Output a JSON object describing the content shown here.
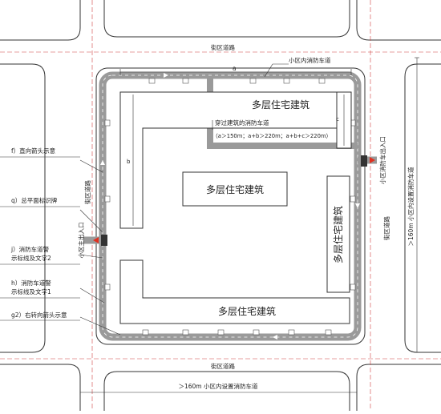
{
  "diagram": {
    "street_top": "街区道路",
    "street_bottom": "街区道路",
    "street_left": "街区道路",
    "street_right": "街区道路",
    "fire_lane_label": "小区内消防车道",
    "through_building_label": "穿过建筑的消防车道",
    "condition_text": "（a＞150m；a+b＞220m；a+b+c＞220m）",
    "dim_a": "a",
    "dim_b": "b",
    "dim_c": "c",
    "building_top": "多层住宅建筑",
    "building_center": "多层住宅建筑",
    "building_right": "多层住宅建筑",
    "building_bottom": "多层住宅建筑",
    "main_entrance": "小区主出入口",
    "fire_exit": "小区消防车出入口",
    "dist_right": "＞160m 小区内设置消防车道",
    "dist_bottom": "＞160m 小区内设置消防车道",
    "legend": [
      {
        "label": "f）直向箭头示意"
      },
      {
        "label": "q）总平面标识牌"
      },
      {
        "label": "j）消防车道警",
        "label2": "示标线及文字2"
      },
      {
        "label": "h）消防车道警",
        "label2": "示标线及文字1"
      },
      {
        "label": "g2）右转向箭头示意"
      }
    ]
  }
}
